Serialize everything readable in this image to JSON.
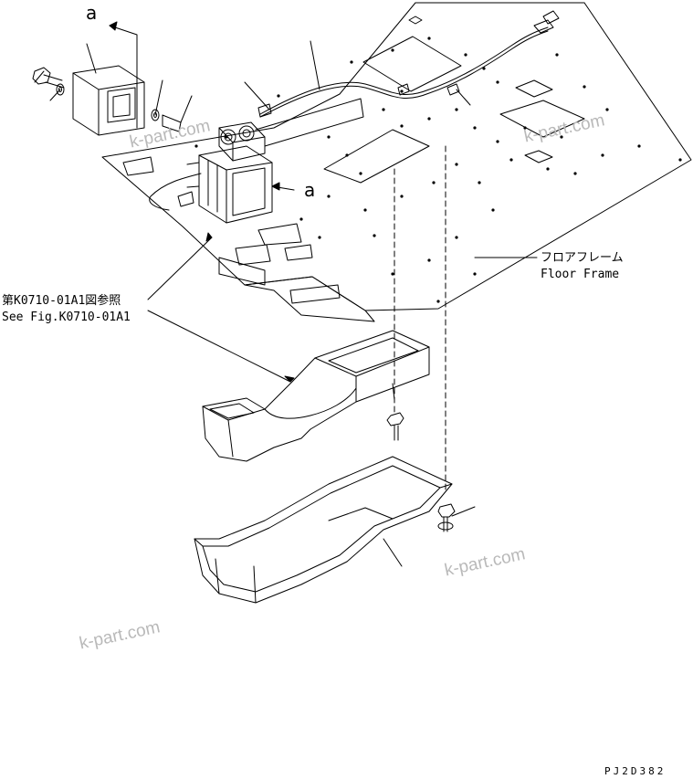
{
  "labels": {
    "section_mark_top": "a",
    "section_mark_mid": "a",
    "floor_frame_jp": "フロアフレーム",
    "floor_frame_en": "Floor Frame",
    "see_fig_jp": "第K0710-01A1図参照",
    "see_fig_en": "See Fig.K0710-01A1",
    "drawing_code": "PJ2D382"
  },
  "watermarks": [
    "k-part.com",
    "k-part.com",
    "k-part.com",
    "k-part.com"
  ],
  "colors": {
    "line": "#000000",
    "watermark": "#b9b9b9",
    "background": "#ffffff"
  }
}
